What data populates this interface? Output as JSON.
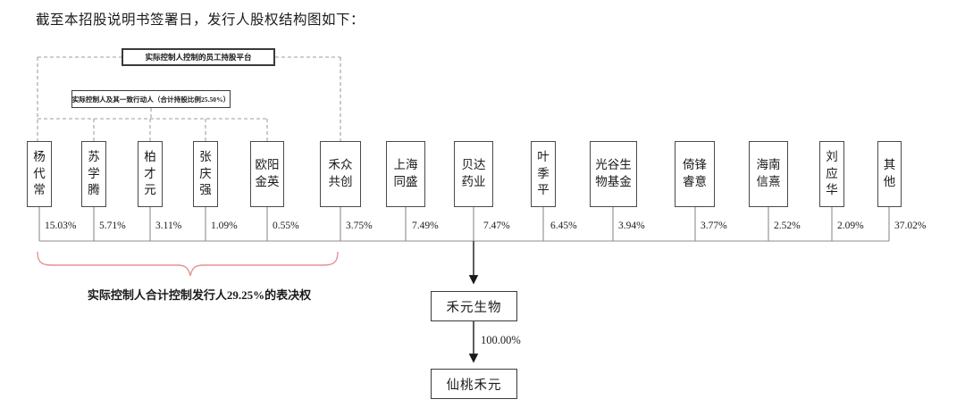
{
  "title": "截至本招股说明书签署日，发行人股权结构图如下：",
  "diagram": {
    "platform_label": "实际控制人控制的员工持股平台",
    "concert_label": "实际控制人及其一致行动人（合计持股比例25.50%）",
    "control_note": "实际控制人合计控制发行人29.25%的表决权",
    "shareholders": [
      {
        "name": "杨代常",
        "pct": "15.03%"
      },
      {
        "name": "苏学腾",
        "pct": "5.71%"
      },
      {
        "name": "柏才元",
        "pct": "3.11%"
      },
      {
        "name": "张庆强",
        "pct": "1.09%"
      },
      {
        "name": "欧阳金英",
        "pct": "0.55%"
      },
      {
        "name": "禾众共创",
        "pct": "3.75%"
      },
      {
        "name": "上海同盛",
        "pct": "7.49%"
      },
      {
        "name": "贝达药业",
        "pct": "7.47%"
      },
      {
        "name": "叶季平",
        "pct": "6.45%"
      },
      {
        "name": "光谷生物基金",
        "pct": "3.94%"
      },
      {
        "name": "倚锋睿意",
        "pct": "3.77%"
      },
      {
        "name": "海南信熹",
        "pct": "2.52%"
      },
      {
        "name": "刘应华",
        "pct": "2.09%"
      },
      {
        "name": "其他",
        "pct": "37.02%"
      }
    ],
    "issuer_label": "禾元生物",
    "subsidiary_label": "仙桃禾元",
    "subsidiary_pct": "100.00%"
  },
  "colors": {
    "brace": "#e59390",
    "connector": "#8c8c8c",
    "dashed": "#9e9e9e",
    "arrow": "#1a1a1a"
  }
}
